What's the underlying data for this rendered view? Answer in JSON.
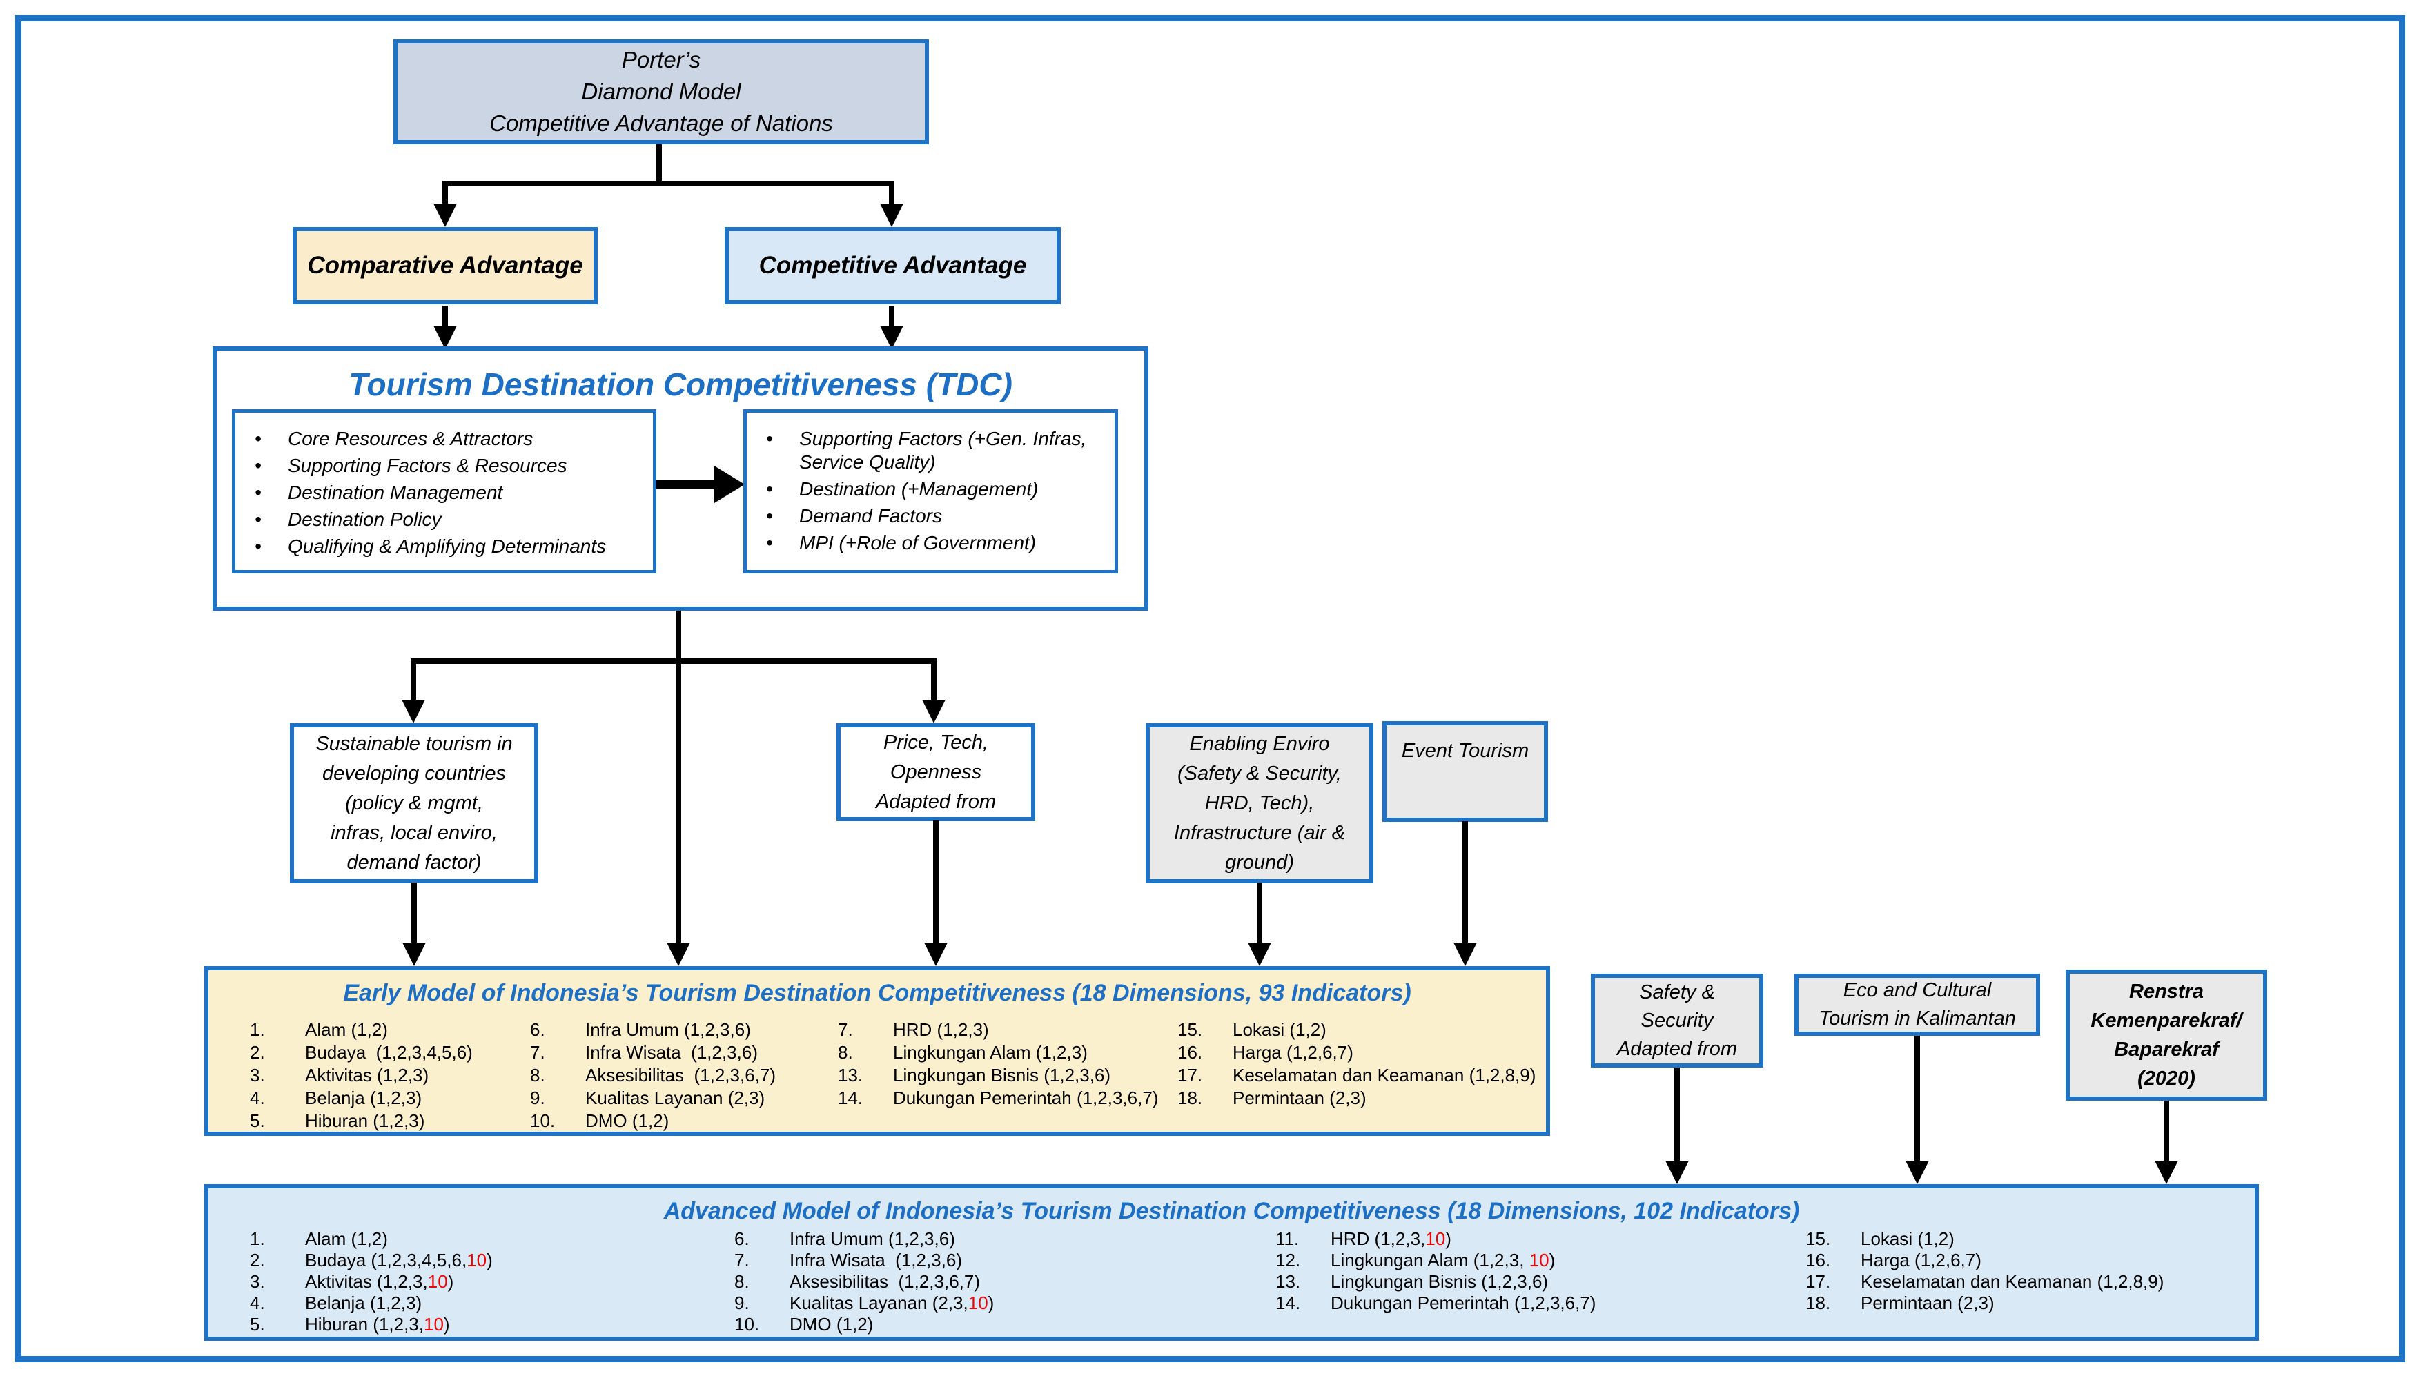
{
  "colors": {
    "border_blue": "#1E73C6",
    "heading_blue": "#1C6FC4",
    "red_highlight": "#F00505",
    "porter_fill": "#CCD5E3",
    "cream_fill": "#FBEDCB",
    "light_blue_fill": "#D8E8F6",
    "grey_fill": "#E9E9E9",
    "early_fill": "#FBF0CE",
    "advanced_fill": "#DAE9F6",
    "line_black": "#000000"
  },
  "porter": {
    "lines": [
      "Porter’s",
      "Diamond Model",
      "Competitive Advantage of Nations"
    ]
  },
  "comparative": {
    "label": "Comparative Advantage"
  },
  "competitive": {
    "label": "Competitive Advantage"
  },
  "tdc": {
    "title": "Tourism Destination Competitiveness (TDC)",
    "left_bullets": [
      "Core Resources & Attractors",
      "Supporting Factors & Resources",
      "Destination Management",
      "Destination Policy",
      "Qualifying & Amplifying Determinants"
    ],
    "right_bullets": [
      "Supporting Factors (+Gen. Infras, Service Quality)",
      "Destination (+Management)",
      "Demand Factors",
      "MPI (+Role of Government)"
    ]
  },
  "sustainable": {
    "lines": [
      "Sustainable tourism in",
      "developing countries",
      "(policy & mgmt,",
      "infras, local enviro,",
      "demand factor)"
    ]
  },
  "price": {
    "lines": [
      "Price, Tech,",
      "Openness",
      "Adapted from"
    ]
  },
  "enabling": {
    "lines": [
      "Enabling Enviro",
      "(Safety & Security,",
      "HRD, Tech),",
      "Infrastructure (air &",
      "ground)"
    ]
  },
  "event": {
    "label": "Event Tourism"
  },
  "safety": {
    "lines": [
      "Safety &",
      "Security",
      "Adapted from"
    ]
  },
  "eco": {
    "lines": [
      "Eco and Cultural",
      "Tourism in Kalimantan"
    ]
  },
  "renstra": {
    "lines": [
      "Renstra",
      "Kemenparekraf/",
      "Baparekraf",
      "(2020)"
    ]
  },
  "early": {
    "title": "Early Model of Indonesia’s Tourism Destination Competitiveness (18 Dimensions, 93 Indicators)",
    "columns": [
      [
        {
          "n": "1.",
          "pre": "Alam (1,2)"
        },
        {
          "n": "2.",
          "pre": "Budaya  (1,2,3,4,5,6)"
        },
        {
          "n": "3.",
          "pre": "Aktivitas (1,2,3)"
        },
        {
          "n": "4.",
          "pre": "Belanja (1,2,3)"
        },
        {
          "n": "5.",
          "pre": "Hiburan (1,2,3)"
        }
      ],
      [
        {
          "n": "6.",
          "pre": "Infra Umum (1,2,3,6)"
        },
        {
          "n": "7.",
          "pre": "Infra Wisata  (1,2,3,6)"
        },
        {
          "n": "8.",
          "pre": "Aksesibilitas  (1,2,3,6,7)"
        },
        {
          "n": "9.",
          "pre": "Kualitas Layanan (2,3)"
        },
        {
          "n": "10.",
          "pre": "DMO (1,2)"
        }
      ],
      [
        {
          "n": "7.",
          "pre": "HRD (1,2,3)"
        },
        {
          "n": "8.",
          "pre": "Lingkungan Alam (1,2,3)"
        },
        {
          "n": "13.",
          "pre": "Lingkungan Bisnis (1,2,3,6)"
        },
        {
          "n": "14.",
          "pre": "Dukungan Pemerintah (1,2,3,6,7)"
        }
      ],
      [
        {
          "n": "15.",
          "pre": "Lokasi (1,2)"
        },
        {
          "n": "16.",
          "pre": "Harga (1,2,6,7)"
        },
        {
          "n": "17.",
          "pre": "Keselamatan dan Keamanan (1,2,8,9)"
        },
        {
          "n": "18.",
          "pre": "Permintaan (2,3)"
        }
      ]
    ]
  },
  "advanced": {
    "title": "Advanced Model of Indonesia’s Tourism Destination Competitiveness (18 Dimensions, 102 Indicators)",
    "columns": [
      [
        {
          "n": "1.",
          "pre": "Alam (1,2)"
        },
        {
          "n": "2.",
          "pre": "Budaya (1,2,3,4,5,6,",
          "red": "10",
          "post": ")"
        },
        {
          "n": "3.",
          "pre": "Aktivitas (1,2,3,",
          "red": "10",
          "post": ")"
        },
        {
          "n": "4.",
          "pre": "Belanja (1,2,3)"
        },
        {
          "n": "5.",
          "pre": "Hiburan (1,2,3,",
          "red": "10",
          "post": ")"
        }
      ],
      [
        {
          "n": "6.",
          "pre": "Infra Umum (1,2,3,6)"
        },
        {
          "n": "7.",
          "pre": "Infra Wisata  (1,2,3,6)"
        },
        {
          "n": "8.",
          "pre": "Aksesibilitas  (1,2,3,6,7)"
        },
        {
          "n": "9.",
          "pre": "Kualitas Layanan (2,3,",
          "red": "10",
          "post": ")"
        },
        {
          "n": "10.",
          "pre": "DMO (1,2)"
        }
      ],
      [
        {
          "n": "11.",
          "pre": "HRD (1,2,3,",
          "red": "10",
          "post": ")"
        },
        {
          "n": "12.",
          "pre": "Lingkungan Alam (1,2,3, ",
          "red": "10",
          "post": ")"
        },
        {
          "n": "13.",
          "pre": "Lingkungan Bisnis (1,2,3,6)"
        },
        {
          "n": "14.",
          "pre": "Dukungan Pemerintah (1,2,3,6,7)"
        }
      ],
      [
        {
          "n": "15.",
          "pre": "Lokasi (1,2)"
        },
        {
          "n": "16.",
          "pre": "Harga (1,2,6,7)"
        },
        {
          "n": "17.",
          "pre": "Keselamatan dan Keamanan (1,2,8,9)"
        },
        {
          "n": "18.",
          "pre": "Permintaan (2,3)"
        }
      ]
    ]
  }
}
